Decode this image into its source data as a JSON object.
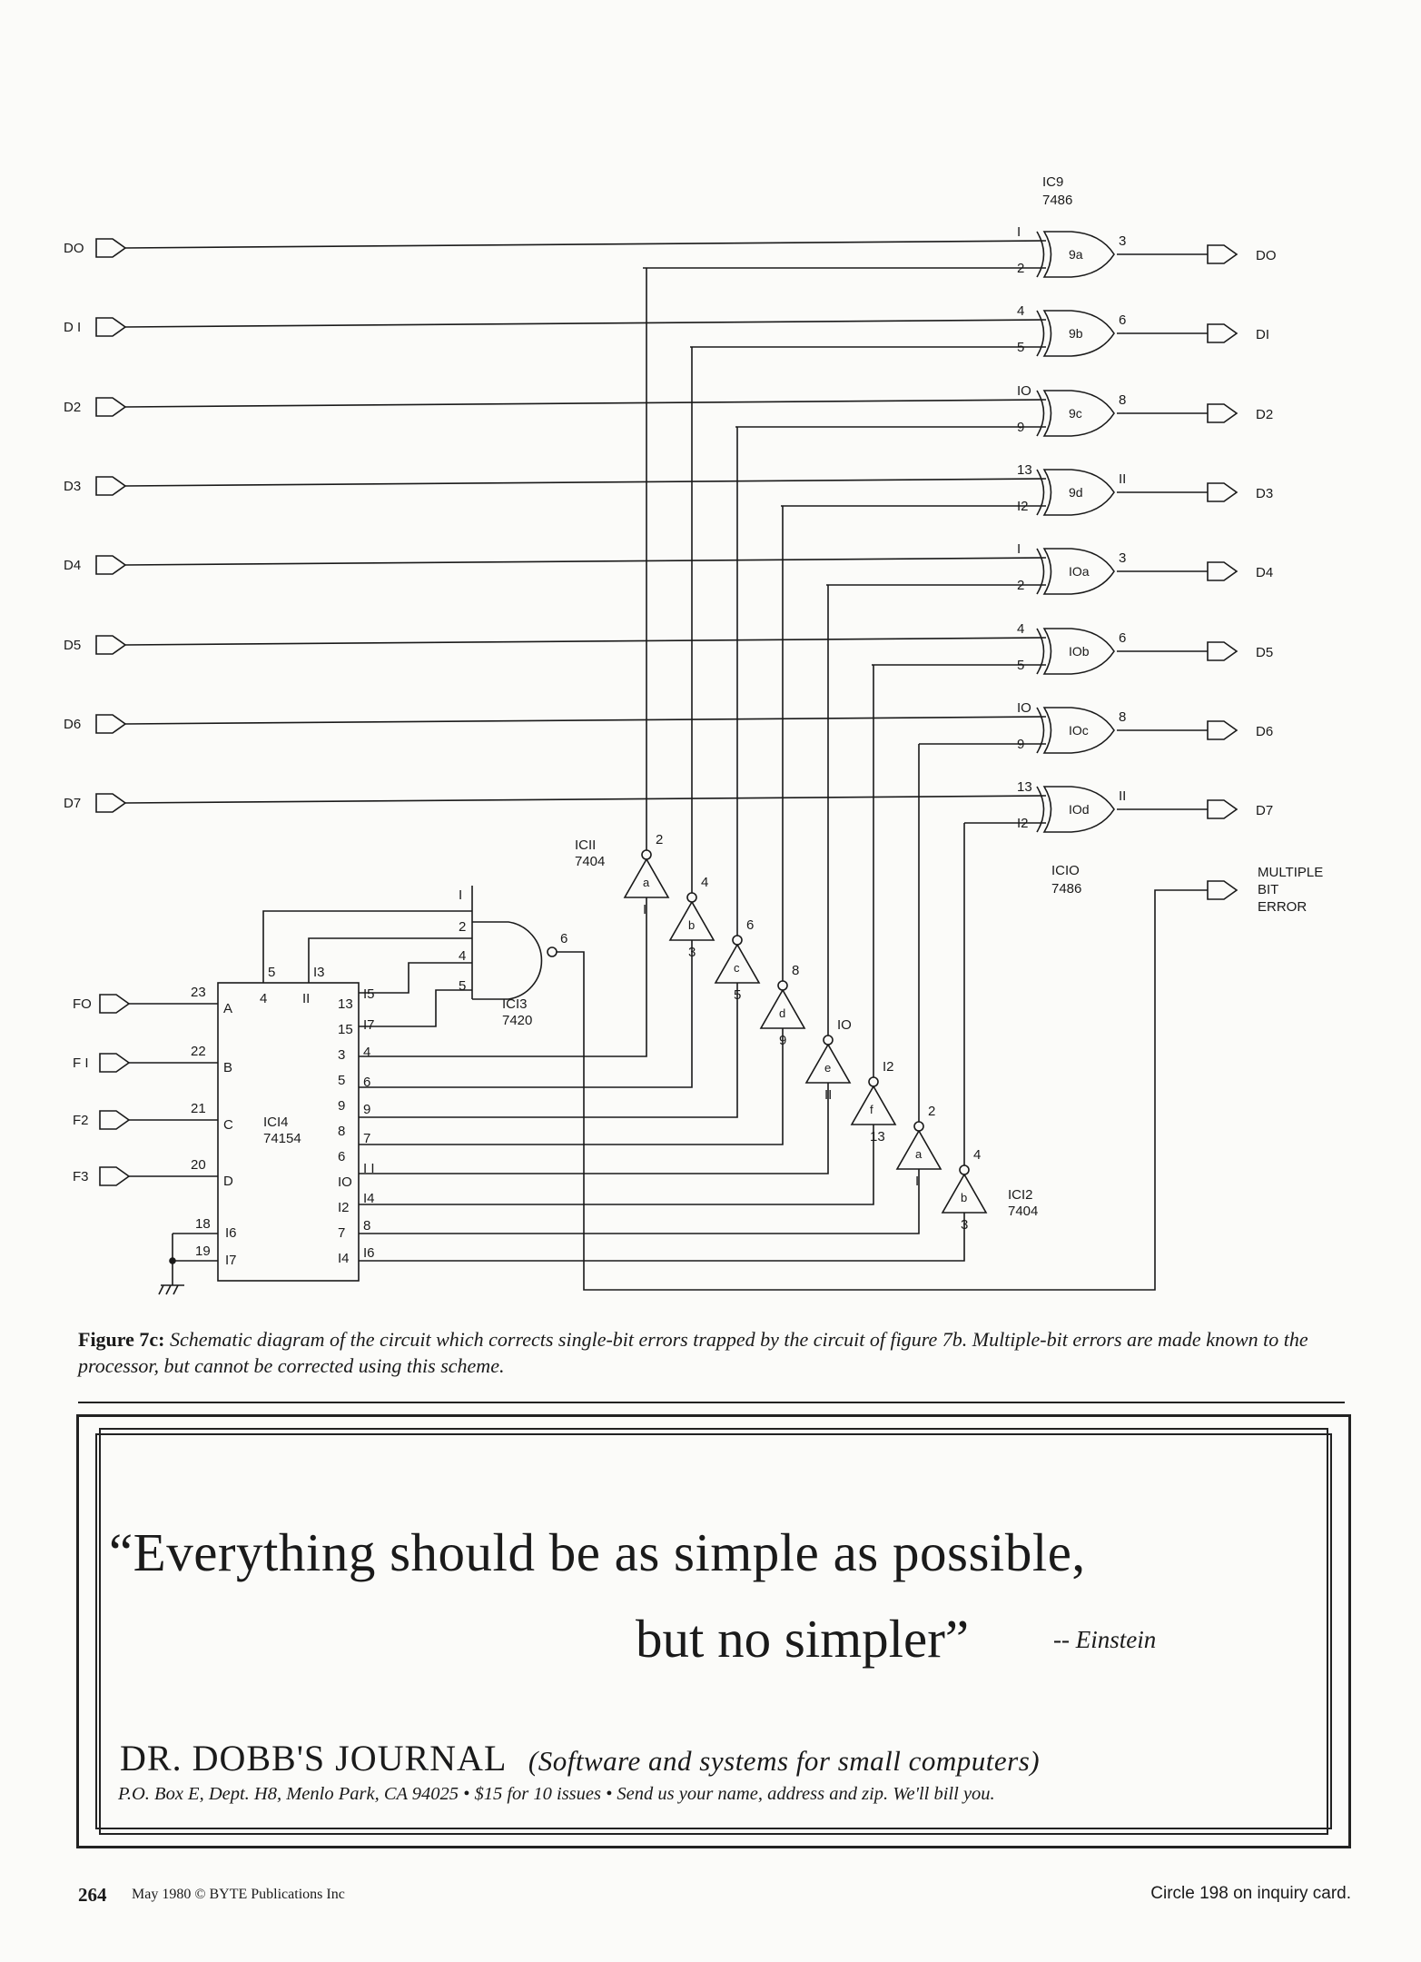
{
  "schematic": {
    "inputs": [
      "DO",
      "D I",
      "D2",
      "D3",
      "D4",
      "D5",
      "D6",
      "D7"
    ],
    "outputs": [
      "DO",
      "DI",
      "D2",
      "D3",
      "D4",
      "D5",
      "D6",
      "D7"
    ],
    "f_inputs": [
      "FO",
      "F I",
      "F2",
      "F3"
    ],
    "xor_gates": [
      {
        "label": "9a",
        "pin_a": "I",
        "pin_b": "2",
        "pin_out": "3"
      },
      {
        "label": "9b",
        "pin_a": "4",
        "pin_b": "5",
        "pin_out": "6"
      },
      {
        "label": "9c",
        "pin_a": "IO",
        "pin_b": "9",
        "pin_out": "8"
      },
      {
        "label": "9d",
        "pin_a": "13",
        "pin_b": "I2",
        "pin_out": "II"
      },
      {
        "label": "IOa",
        "pin_a": "I",
        "pin_b": "2",
        "pin_out": "3"
      },
      {
        "label": "IOb",
        "pin_a": "4",
        "pin_b": "5",
        "pin_out": "6"
      },
      {
        "label": "IOc",
        "pin_a": "IO",
        "pin_b": "9",
        "pin_out": "8"
      },
      {
        "label": "IOd",
        "pin_a": "13",
        "pin_b": "I2",
        "pin_out": "II"
      }
    ],
    "inverters": [
      {
        "label": "a",
        "pin_in": "I",
        "pin_out": "2"
      },
      {
        "label": "b",
        "pin_in": "3",
        "pin_out": "4"
      },
      {
        "label": "c",
        "pin_in": "5",
        "pin_out": "6"
      },
      {
        "label": "d",
        "pin_in": "9",
        "pin_out": "8"
      },
      {
        "label": "e",
        "pin_in": "II",
        "pin_out": "IO"
      },
      {
        "label": "f",
        "pin_in": "13",
        "pin_out": "I2"
      },
      {
        "label": "a",
        "pin_in": "I",
        "pin_out": "2"
      },
      {
        "label": "b",
        "pin_in": "3",
        "pin_out": "4"
      }
    ],
    "ic_labels": {
      "ic9": [
        "IC9",
        "7486"
      ],
      "ic10": [
        "ICIO",
        "7486"
      ],
      "ic11": [
        "ICII",
        "7404"
      ],
      "ic12": [
        "ICI2",
        "7404"
      ],
      "ic13": [
        "ICI3",
        "7420"
      ],
      "ic14": [
        "ICI4",
        "74154"
      ]
    },
    "multiple_bit_error": [
      "MULTIPLE",
      "BIT",
      "ERROR"
    ],
    "nand_inputs": [
      "I",
      "2",
      "4",
      "5"
    ],
    "nand_output_pin": "6",
    "decoder": {
      "select_letters": [
        "A",
        "B",
        "C",
        "D"
      ],
      "select_pins": [
        "23",
        "22",
        "21",
        "20"
      ],
      "enable_outer": [
        "18",
        "19"
      ],
      "enable_inner": [
        "I6",
        "I7"
      ],
      "top_outer": [
        "5",
        "I3"
      ],
      "top_inner": [
        "4",
        "II"
      ],
      "out_inner": [
        "13",
        "15",
        "3",
        "5",
        "9",
        "8",
        "6",
        "IO",
        "I2",
        "7",
        "I4"
      ],
      "out_outer": [
        "I5",
        "I7",
        "4",
        "6",
        "9",
        "7",
        "I I",
        "I4",
        "8",
        "I6"
      ]
    }
  },
  "caption": {
    "label": "Figure 7c:",
    "text": "Schematic diagram of the circuit which corrects single-bit errors trapped by the circuit of figure 7b. Multiple-bit errors are made known to the processor, but cannot be corrected using this scheme."
  },
  "ad": {
    "quote_line1": "“Everything should be as simple as possible,",
    "quote_line2": "but no simpler”",
    "author": "-- Einstein",
    "journal_name": "DR. DOBB'S JOURNAL",
    "journal_tagline": "(Software and systems for small computers)",
    "address": "P.O. Box E, Dept. H8, Menlo Park, CA 94025  •  $15 for 10 issues  •  Send us your name, address and zip.  We'll bill you."
  },
  "footer": {
    "page_number": "264",
    "left_text": "May 1980 © BYTE Publications Inc",
    "right_text": "Circle 198 on inquiry card."
  }
}
